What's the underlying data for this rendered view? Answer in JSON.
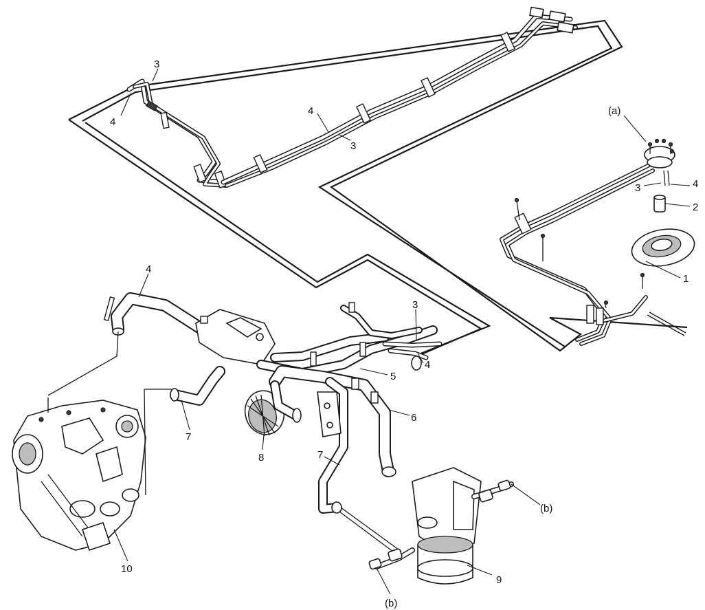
{
  "figure": {
    "labels": {
      "a": "(a)",
      "b": "(b)",
      "n1": "1",
      "n2": "2",
      "n3": "3",
      "n4": "4",
      "n5": "5",
      "n6": "6",
      "n7": "7",
      "n8": "8",
      "n9": "9",
      "n10": "10"
    }
  }
}
